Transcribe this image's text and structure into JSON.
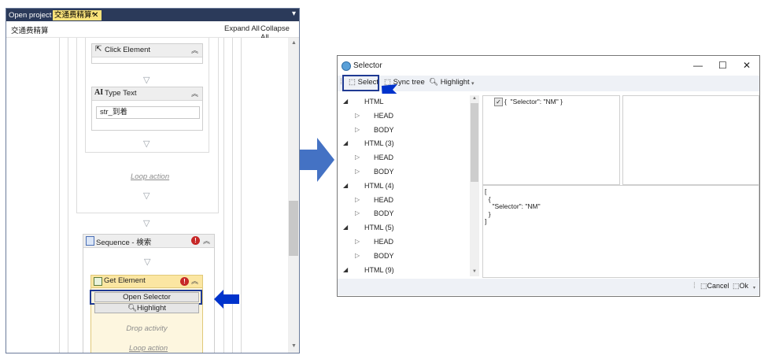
{
  "designer": {
    "tabs": [
      {
        "label": "Open project"
      },
      {
        "label": "交通费精算*",
        "close": "✕"
      }
    ],
    "breadcrumb": "交通费精算",
    "expand_all": "Expand All",
    "collapse_all": "Collapse All",
    "activities": {
      "click_element": {
        "title": "Click Element"
      },
      "type_text": {
        "title": "Type Text",
        "input_value": "str_到着"
      },
      "loop_action_1": "Loop action",
      "sequence": {
        "title": "Sequence - 検索"
      },
      "get_element": {
        "title": "Get Element",
        "open_selector_label": "Open Selector",
        "highlight_label": "Highlight",
        "drop_activity": "Drop activity",
        "loop_action": "Loop action"
      }
    },
    "colors": {
      "tabbar": "#2b3a5a",
      "active_tab": "#f9e27a",
      "get_element_header": "#fbe6a2"
    }
  },
  "selector": {
    "title": "Selector",
    "window_buttons": {
      "minimize": "—",
      "maximize": "☐",
      "close": "✕"
    },
    "toolbar": {
      "select": "Select",
      "sync_tree": "Sync tree",
      "highlight": "Highlight"
    },
    "tree": [
      {
        "label": "HTML",
        "level": 0
      },
      {
        "label": "HEAD",
        "level": 1
      },
      {
        "label": "BODY",
        "level": 1
      },
      {
        "label": "HTML (3)",
        "level": 0
      },
      {
        "label": "HEAD",
        "level": 1
      },
      {
        "label": "BODY",
        "level": 1
      },
      {
        "label": "HTML (4)",
        "level": 0
      },
      {
        "label": "HEAD",
        "level": 1
      },
      {
        "label": "BODY",
        "level": 1
      },
      {
        "label": "HTML (5)",
        "level": 0
      },
      {
        "label": "HEAD",
        "level": 1
      },
      {
        "label": "BODY",
        "level": 1
      },
      {
        "label": "HTML (9)",
        "level": 0
      }
    ],
    "attribute_row": "{  \"Selector\": \"NM\" }",
    "json_lines": [
      "[",
      "  {",
      "    \"Selector\": \"NM\"",
      "  }",
      "]"
    ],
    "cancel": "Cancel",
    "ok": "Ok",
    "colors": {
      "toolbar": "#eef1f6",
      "highlight_box": "#1f3a93"
    }
  },
  "annotation_color": "#0033cc"
}
